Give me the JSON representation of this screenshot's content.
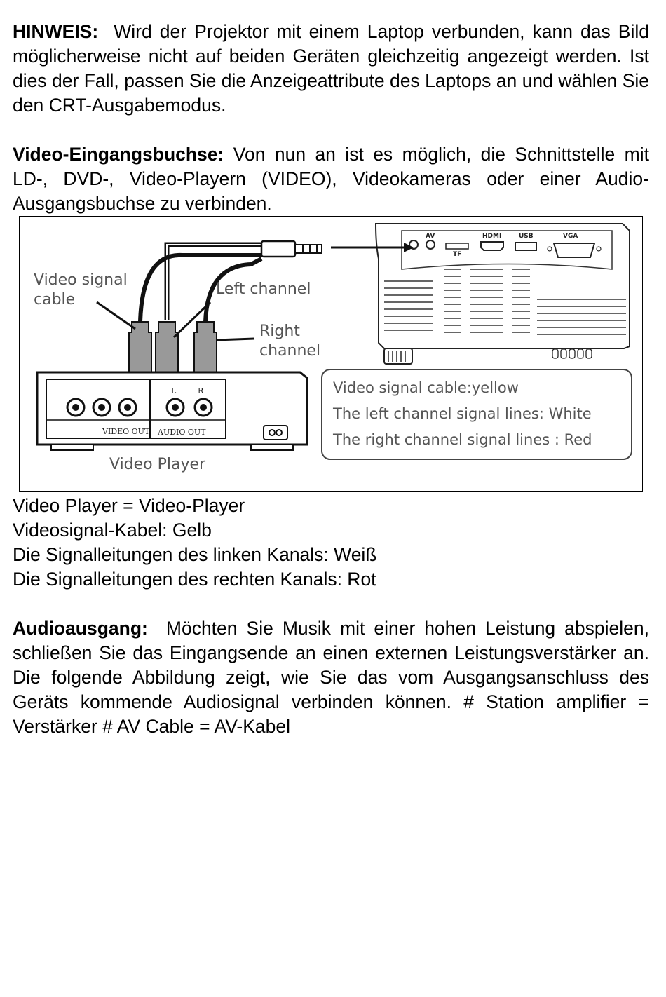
{
  "notice": {
    "heading": "HINWEIS:",
    "text": "Wird der Projektor mit einem Laptop verbunden, kann das Bild möglicherweise nicht auf beiden Geräten gleichzeitig angezeigt werden. Ist dies der Fall, passen Sie die Anzeigeattribute des Laptops an und wählen Sie den CRT-Ausgabemodus."
  },
  "video_input": {
    "heading": "Video-Eingangsbuchse:",
    "text": "Von nun an ist es möglich, die Schnittstelle mit LD-, DVD-, Video-Playern (VIDEO), Videokameras oder einer Audio-Ausgangsbuchse zu verbinden."
  },
  "figure": {
    "callouts": {
      "video_signal_cable_1": "Video signal",
      "video_signal_cable_2": "cable",
      "left_channel": "Left channel",
      "right_channel_1": "Right",
      "right_channel_2": "channel",
      "video_player": "Video Player"
    },
    "legend": {
      "line1": "Video signal cable:yellow",
      "line2": "The left channel signal lines: White",
      "line3": "The right channel signal lines : Red"
    },
    "player_panel": {
      "video_out": "VIDEO OUT",
      "audio_out": "AUDIO OUT",
      "left": "L",
      "right": "R"
    },
    "projector_ports": {
      "av": "AV",
      "tf": "TF",
      "hdmi": "HDMI",
      "usb": "USB",
      "vga": "VGA"
    }
  },
  "translations": {
    "line1": "Video Player = Video-Player",
    "line2": "Videosignal-Kabel: Gelb",
    "line3": "Die Signalleitungen des linken Kanals:  Weiß",
    "line4": "Die Signalleitungen des rechten Kanals: Rot"
  },
  "audio_output": {
    "heading": "Audioausgang:",
    "text": "Möchten Sie Musik mit einer hohen Leistung abspielen, schließen Sie das Eingangsende an einen externen Leistungsverstärker an. Die folgende Abbildung zeigt, wie Sie das vom Ausgangsanschluss des Geräts kommende Audiosignal verbinden können.  # Station amplifier = Verstärker # AV Cable = AV-Kabel"
  }
}
